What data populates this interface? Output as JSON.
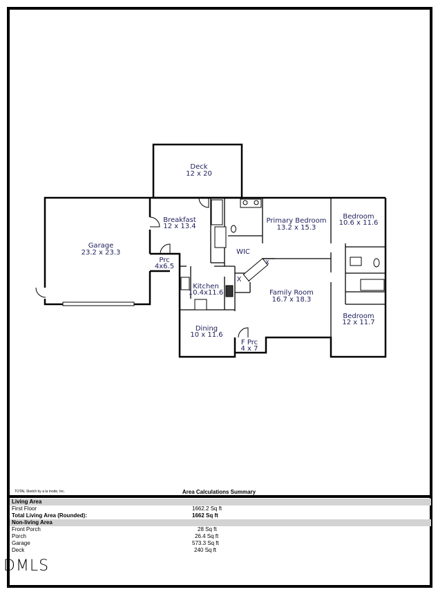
{
  "rooms": [
    {
      "name": "Deck",
      "dims": "12 x 20"
    },
    {
      "name": "Garage",
      "dims": "23.2 x 23.3"
    },
    {
      "name": "Breakfast",
      "dims": "12 x 13.4"
    },
    {
      "name": "Prc",
      "dims": "4x6.5"
    },
    {
      "name": "Kitchen",
      "dims": "10.4x11.6"
    },
    {
      "name": "Dining",
      "dims": "10 x 11.6"
    },
    {
      "name": "F Prc",
      "dims": "4 x 7"
    },
    {
      "name": "Primary Bedroom",
      "dims": "13.2 x 15.3"
    },
    {
      "name": "WIC",
      "dims": ""
    },
    {
      "name": "Family Room",
      "dims": "16.7 x 18.3"
    },
    {
      "name": "Bedroom",
      "dims": "10.6 x 11.6"
    },
    {
      "name": "Bedroom",
      "dims": "12 x 11.7"
    }
  ],
  "markers": {
    "x1": "X",
    "x2": "X"
  },
  "credit": "TOTAL Sketch by a la mode, Inc.",
  "summary": {
    "title": "Area Calculations Summary",
    "living_header": "Living Area",
    "first_floor": {
      "label": "First Floor",
      "value": "1662.2 Sq ft"
    },
    "total": {
      "label": "Total Living Area (Rounded):",
      "value": "1662 Sq ft"
    },
    "nonliving_header": "Non-living Area",
    "items": [
      {
        "label": "Front Porch",
        "value": "28 Sq ft"
      },
      {
        "label": "Porch",
        "value": "26.4 Sq ft"
      },
      {
        "label": "Garage",
        "value": "573.3 Sq ft"
      },
      {
        "label": "Deck",
        "value": "240 Sq ft"
      }
    ]
  },
  "logo": "DMLS"
}
